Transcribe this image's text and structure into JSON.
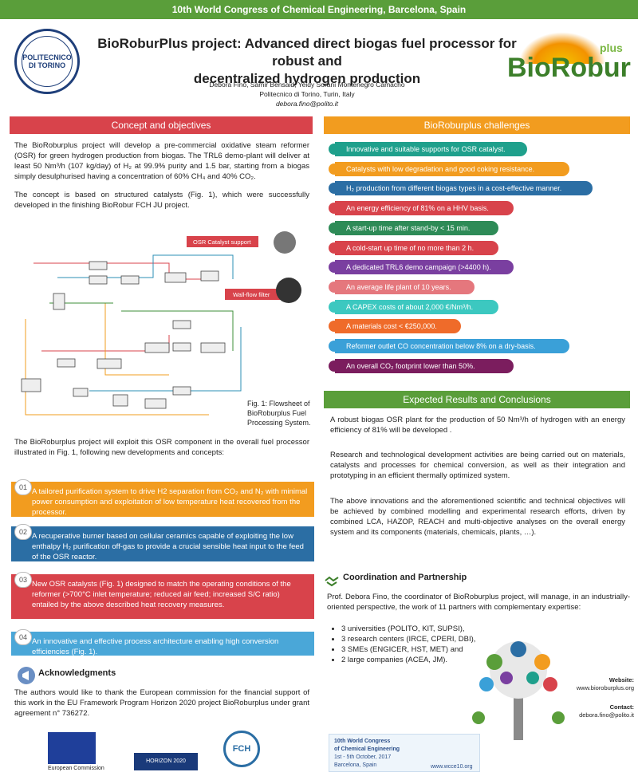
{
  "header": {
    "congress": "10th World Congress of Chemical Engineering, Barcelona, Spain"
  },
  "title": {
    "line1": "BioRoburPlus project: Advanced direct biogas fuel processor for robust and",
    "line2": "decentralized hydrogen production"
  },
  "authors": {
    "names": "Debora Fino, Samir Bensaid, Yeidy Sorani Montenegro Camacho",
    "affiliation": "Politecnico di Torino, Turin, Italy",
    "email": "debora.fino@polito.it"
  },
  "logo_polito": "POLITECNICO DI TORINO",
  "logo_biorobur": {
    "main": "BioRobur",
    "plus": "plus"
  },
  "concept": {
    "heading": "Concept and objectives",
    "p1": "The BioRoburplus project will develop a pre-commercial oxidative steam reformer (OSR) for green hydrogen production from biogas. The TRL6 demo-plant will deliver at least 50 Nm³/h (107 kg/day) of H₂ at 99.9% purity and 1.5 bar, starting from a biogas simply desulphurised having a concentration of 60% CH₄ and 40% CO₂.",
    "p2": "The concept is based on structured catalysts (Fig. 1), which were successfully developed in the finishing BioRobur FCH JU project.",
    "osr_label": "OSR Catalyst support",
    "wall_label": "Wall-flow filter",
    "caption": "Fig. 1: Flowsheet of BioRoburplus Fuel Processing System.",
    "p3": "The BioRoburplus project will exploit this OSR component in the overall fuel processor illustrated in Fig. 1, following new developments and concepts:"
  },
  "developments": [
    {
      "num": "01",
      "text": "A tailored purification system to drive H2 separation from CO₂ and N₂ with minimal power consumption and exploitation of low temperature heat recovered from the processor.",
      "color": "#f29c1f"
    },
    {
      "num": "02",
      "text": "A recuperative burner based on cellular ceramics capable of exploiting the low enthalpy H₂ purification off-gas to provide a crucial sensible heat input to the feed of the OSR reactor.",
      "color": "#2b6ea4"
    },
    {
      "num": "03",
      "text": "New OSR catalysts (Fig. 1) designed to match the operating conditions of the reformer (>700°C inlet temperature; reduced air feed; increased S/C ratio) entailed by the above described heat recovery measures.",
      "color": "#d8434b"
    },
    {
      "num": "04",
      "text": "An innovative and effective process architecture enabling high conversion efficiencies (Fig. 1).",
      "color": "#4aa7d8"
    }
  ],
  "ack": {
    "heading": "Acknowledgments",
    "text": "The authors would like to thank the European commission for the financial support of this work in the EU Framework Program Horizon 2020 project BioRoburplus under grant agreement n° 736272.",
    "eu_label": "European Commission",
    "h2020": "HORIZON 2020",
    "fch": "FCH"
  },
  "challenges": {
    "heading": "BioRoburplus challenges",
    "items": [
      {
        "text": "Innovative and suitable supports for OSR catalyst.",
        "color": "#1fa08c",
        "len": 0.73
      },
      {
        "text": "Catalysts with low degradation and good coking resistance.",
        "color": "#f29c1f",
        "len": 0.89
      },
      {
        "text": "H₂ production from different biogas types in a cost-effective manner.",
        "color": "#2b6ea4",
        "len": 0.98
      },
      {
        "text": "An energy efficiency of 81% on a HHV basis.",
        "color": "#d8434b",
        "len": 0.68
      },
      {
        "text": "A start-up time after stand-by < 15 min.",
        "color": "#2e8b57",
        "len": 0.62
      },
      {
        "text": "A cold-start up time of no more than 2 h.",
        "color": "#d8434b",
        "len": 0.62
      },
      {
        "text": "A dedicated TRL6 demo campaign (>4400 h).",
        "color": "#7a3fa0",
        "len": 0.68
      },
      {
        "text": "An average life plant of 10 years.",
        "color": "#e5777d",
        "len": 0.53
      },
      {
        "text": "A CAPEX costs of about 2,000 €/Nm³/h.",
        "color": "#3cc8c0",
        "len": 0.62
      },
      {
        "text": "A materials cost < €250,000.",
        "color": "#ef6b2a",
        "len": 0.48
      },
      {
        "text": "Reformer outlet CO concentration below 8% on a dry-basis.",
        "color": "#3aa0d8",
        "len": 0.89
      },
      {
        "text": "An overall CO₂ footprint lower than 50%.",
        "color": "#7b1d5e",
        "len": 0.68
      }
    ]
  },
  "results": {
    "heading": "Expected Results and Conclusions",
    "p1": "A robust biogas OSR plant for the production of 50 Nm³/h of hydrogen with an energy efficiency of 81% will be developed .",
    "p2": "Research and technological development activities are being carried out on materials, catalysts and processes for chemical conversion, as well as their integration and prototyping in an efficient thermally optimized system.",
    "p3": "The above innovations and the aforementioned scientific and technical objectives will be achieved by combined modelling and experimental research efforts, driven by combined LCA, HAZOP, REACH and multi-objective analyses on the overall energy system and its components (materials, chemicals, plants, …)."
  },
  "coordination": {
    "heading": "Coordination and Partnership",
    "intro": "Prof. Debora Fino, the coordinator of BioRoburplus project, will manage, in an industrially-oriented perspective, the work of 11 partners with complementary expertise:",
    "items": [
      "3 universities (POLITO, KIT, SUPSI),",
      "3 research centers (IRCE, CPERI, DBI),",
      "3 SMEs (ENGICER, HST, MET) and",
      "2 large companies (ACEA, JM)."
    ],
    "website_label": "Website:",
    "website": "www.bioroburplus.org",
    "contact_label": "Contact:",
    "contact": "debora.fino@polito.it"
  },
  "congress_banner": {
    "line1": "10th World Congress",
    "line2": "of Chemical Engineering",
    "dates": "1st - 5th October, 2017",
    "city": "Barcelona, Spain",
    "url": "www.wcce10.org"
  },
  "colors": {
    "green": "#5a9e3a",
    "red": "#d8434b",
    "orange": "#f29c1f"
  }
}
